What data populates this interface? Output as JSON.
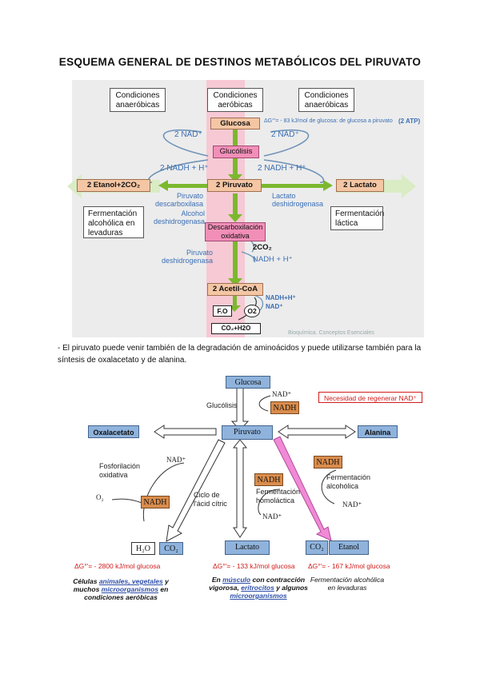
{
  "title": "ESQUEMA GENERAL DE DESTINOS METABÓLICOS DEL PIRUVATO",
  "top": {
    "cond_left": "Condiciones anaeróbicas",
    "cond_mid": "Condiciones aeróbicas",
    "cond_right": "Condiciones anaeróbicas",
    "glucosa": "Glucosa",
    "dg_text": "ΔG°'= - 83 kJ/mol de glucosa: de glucosa a piruvato",
    "atp": "(2 ATP)",
    "nad_left": "2 NAD⁺",
    "nad_right": "2 NAD⁺",
    "glucolisis": "Glucólisis",
    "nadh_left": "2 NADH + H⁺",
    "nadh_right": "2 NADH + H⁺",
    "etanol": "2 Etanol+2CO₂",
    "lactato": "2 Lactato",
    "piruvato": "2 Piruvato",
    "enz_left_1": "Piruvato descarboxilasa",
    "enz_left_2": "Alcohol deshidrogenasa",
    "enz_right": "Lactato deshidrogenasa",
    "ferm_alc": "Fermentación alcohólica en levaduras",
    "ferm_lac": "Fermentación láctica",
    "descarbox": "Descarboxilación oxidativa",
    "pdh": "Piruvato deshidrogenasa",
    "co2": "2CO₂",
    "nadh_mid": "NADH + H⁺",
    "acetil": "2 Acetil-CoA",
    "nadh_acetil": "NADH+H⁺",
    "nad_acetil": "NAD⁺",
    "fo": "F.O",
    "o2": "O2",
    "co2_h2o": "CO₂+H2O",
    "watermark": "Bioquímica. Conceptos Esenciales"
  },
  "paragraph": "- El piruvato puede venir también de la degradación de aminoácidos y puede utilizarse también para la síntesis de oxalacetato y de alanina.",
  "bottom": {
    "glucosa": "Glucosa",
    "nad_top": "NAD⁺",
    "nadh_top": "NADH",
    "glucolisis": "Glucólisis",
    "regen": "Necesidad de regenerar NAD⁺",
    "oxalacetato": "Oxalacetato",
    "piruvato": "Piruvato",
    "alanina": "Alanina",
    "fosf": "Fosforilación oxidativa",
    "nad_left": "NAD⁺",
    "o2": "O₂",
    "nadh_left": "NADH",
    "ciclo": "Ciclo de l'ácid cítric",
    "nadh_mid": "NADH",
    "ferm_homo": "Fermentación homoláctica",
    "nad_mid": "NAD⁺",
    "nadh_right": "NADH",
    "ferm_alc": "Fermentación alcohólica",
    "nad_right": "NAD⁺",
    "h2o": "H₂O",
    "co2_left": "CO₂",
    "lactato": "Lactato",
    "co2_right": "CO₂",
    "etanol": "Etanol",
    "dg1": "ΔG°'= - 2800 kJ/mol glucosa",
    "dg2": "ΔG°'= - 133 kJ/mol glucosa",
    "dg3": "ΔG°'= - 167 kJ/mol glucosa",
    "foot1_a": "Células",
    "foot1_b": "animales, vegetales",
    "foot1_c": "y muchos",
    "foot1_d": "microorganismos",
    "foot1_e": "en condiciones aeróbicas",
    "foot2_a": "En",
    "foot2_b": "músculo",
    "foot2_c": "con contracción vigorosa,",
    "foot2_d": "eritrocitos",
    "foot2_e": "y algunos",
    "foot2_f": "microorganismos",
    "foot3": "Fermentación alcohólica en levaduras"
  },
  "colors": {
    "pink_band": "#f6c9d4",
    "glucosa_fill": "#f4c6a4",
    "glucolisis_fill": "#f28fb8",
    "green_arrow": "#7cb82f",
    "side_arrow": "#d9ecc4",
    "blue_box": "#8fb3dc",
    "orange_box": "#d98c4c",
    "red_box_border": "#d21c1c",
    "pink_arrow": "#f08ad6"
  }
}
